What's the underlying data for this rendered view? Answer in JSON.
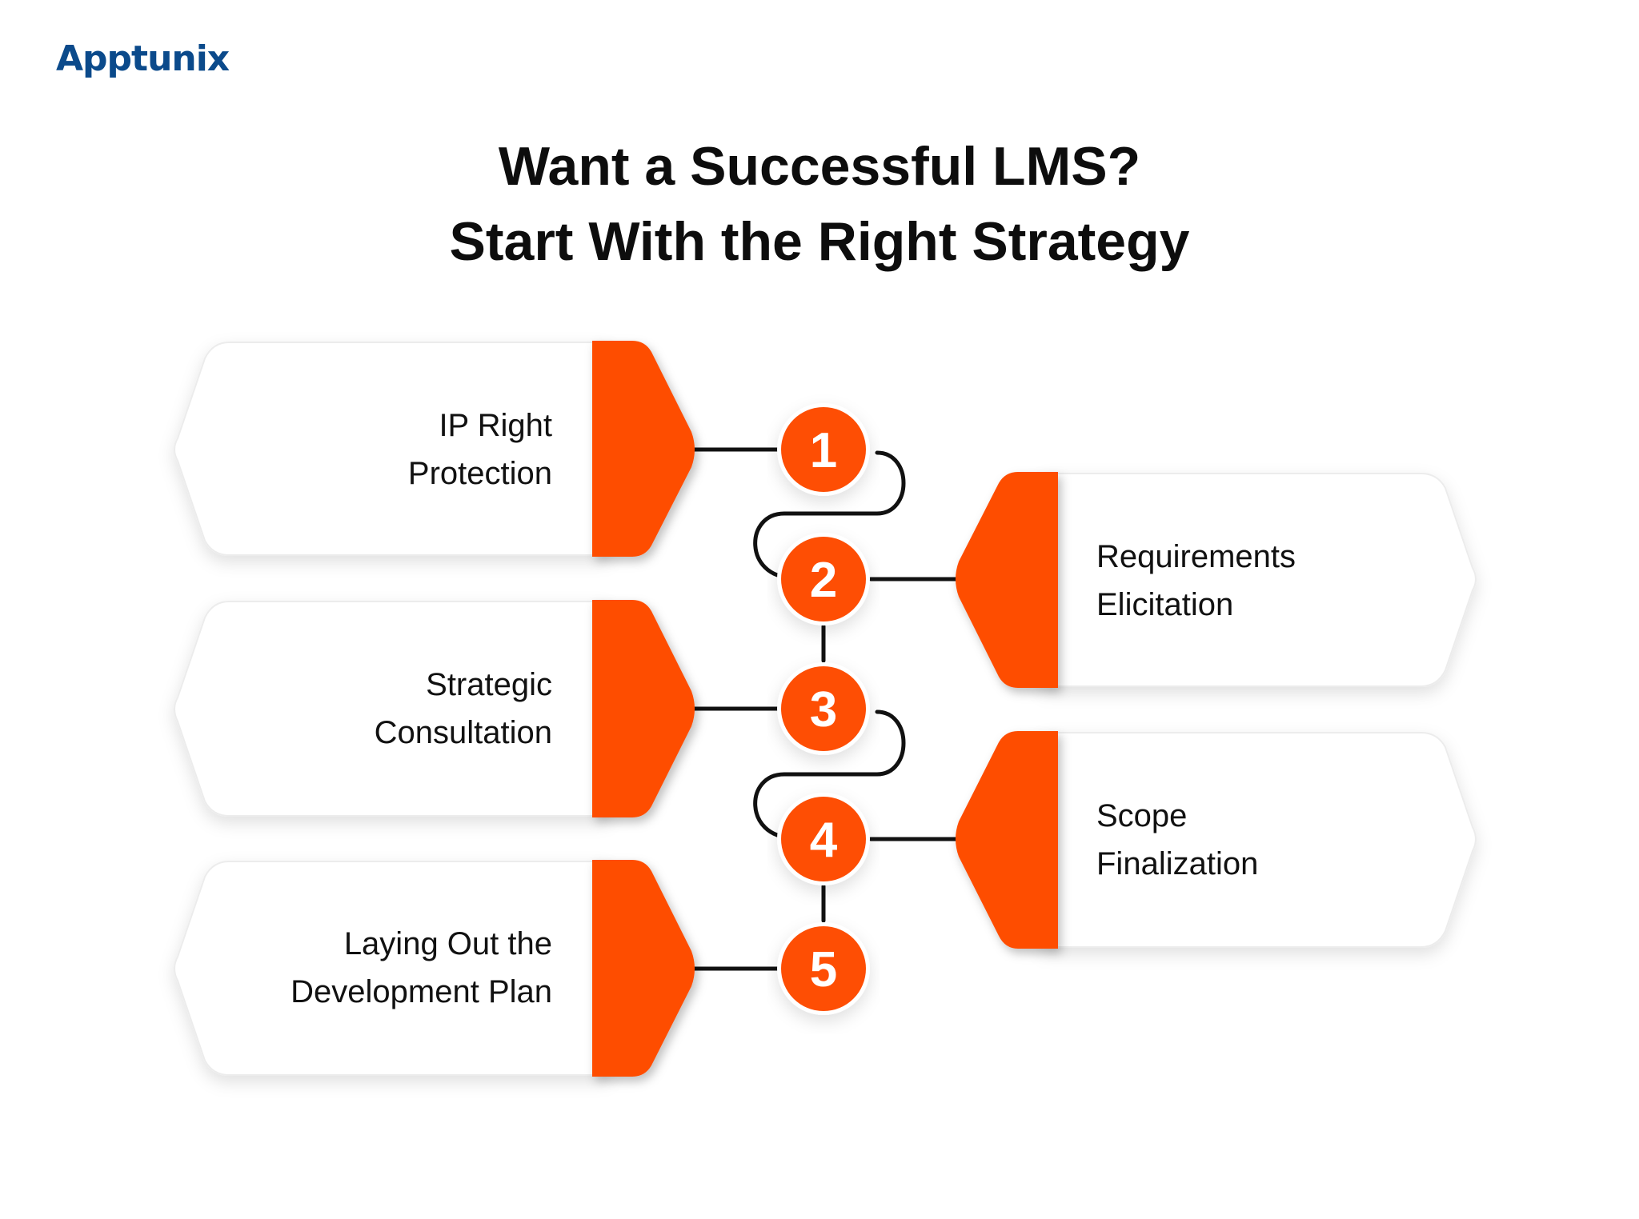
{
  "brand": {
    "name": "Apptunix",
    "logo_icon": "arch-a-logo",
    "color": "#0b4a8b"
  },
  "heading": {
    "line1": "Want a Successful LMS?",
    "line2": "Start With the Right Strategy"
  },
  "colors": {
    "accent": "#fe4e04",
    "card": "#ffffff",
    "connector": "#111111"
  },
  "steps": [
    {
      "number": "1",
      "line1": "IP Right",
      "line2": "Protection",
      "side": "left"
    },
    {
      "number": "2",
      "line1": "Requirements",
      "line2": "Elicitation",
      "side": "right"
    },
    {
      "number": "3",
      "line1": "Strategic",
      "line2": "Consultation",
      "side": "left"
    },
    {
      "number": "4",
      "line1": "Scope",
      "line2": "Finalization",
      "side": "right"
    },
    {
      "number": "5",
      "line1": "Laying Out the",
      "line2": "Development Plan",
      "side": "left"
    }
  ]
}
